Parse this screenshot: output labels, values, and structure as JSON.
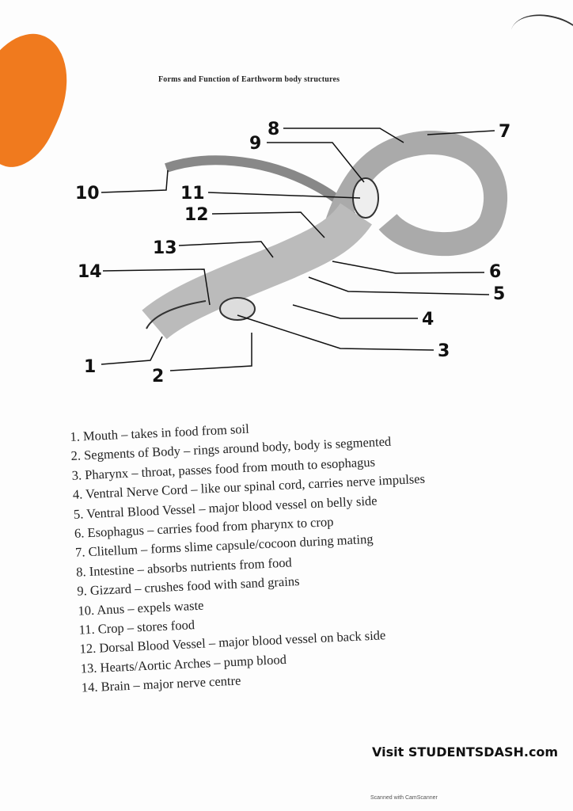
{
  "title": "Forms and Function of Earthworm body structures",
  "diagram_labels": [
    "1",
    "2",
    "3",
    "4",
    "5",
    "6",
    "7",
    "8",
    "9",
    "10",
    "11",
    "12",
    "13",
    "14"
  ],
  "structures": [
    {
      "num": "1.",
      "name": "Mouth",
      "function": "takes in food from soil"
    },
    {
      "num": "2.",
      "name": "Segments of Body",
      "function": "rings around body, body is segmented"
    },
    {
      "num": "3.",
      "name": "Pharynx",
      "function": "throat, passes food from mouth to esophagus"
    },
    {
      "num": "4.",
      "name": "Ventral Nerve Cord",
      "function": "like our spinal cord, carries nerve impulses"
    },
    {
      "num": "5.",
      "name": "Ventral Blood Vessel",
      "function": "major blood vessel on belly side"
    },
    {
      "num": "6.",
      "name": "Esophagus",
      "function": "carries food from pharynx to crop"
    },
    {
      "num": "7.",
      "name": "Clitellum",
      "function": "forms slime capsule/cocoon during mating"
    },
    {
      "num": "8.",
      "name": "Intestine",
      "function": "absorbs nutrients from food"
    },
    {
      "num": "9.",
      "name": "Gizzard",
      "function": "crushes food with sand grains"
    },
    {
      "num": "10.",
      "name": "Anus",
      "function": "expels waste"
    },
    {
      "num": "11.",
      "name": "Crop",
      "function": "stores food"
    },
    {
      "num": "12.",
      "name": "Dorsal Blood Vessel",
      "function": "major blood vessel on back side"
    },
    {
      "num": "13.",
      "name": "Hearts/Aortic Arches",
      "function": "pump blood"
    },
    {
      "num": "14.",
      "name": "Brain",
      "function": "major nerve centre"
    }
  ],
  "watermark": "Visit STUDENTSDASH.com",
  "scanner_note": "Scanned with CamScanner"
}
